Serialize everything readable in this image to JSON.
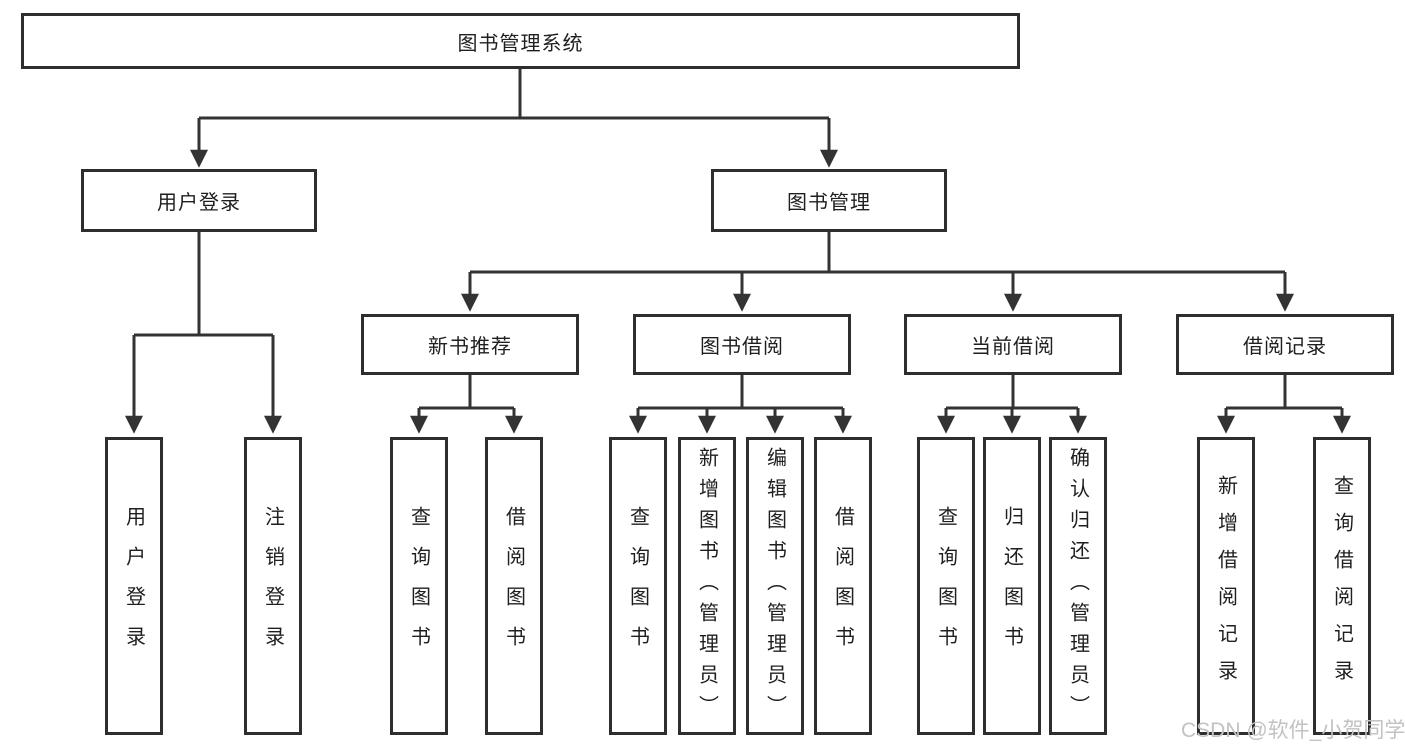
{
  "diagram_type": "hierarchy-tree",
  "tree": {
    "label": "图书管理系统",
    "children": [
      {
        "label": "用户登录",
        "children": [
          {
            "label": "用户登录"
          },
          {
            "label": "注销登录"
          }
        ]
      },
      {
        "label": "图书管理",
        "children": [
          {
            "label": "新书推荐",
            "children": [
              {
                "label": "查询图书"
              },
              {
                "label": "借阅图书"
              }
            ]
          },
          {
            "label": "图书借阅",
            "children": [
              {
                "label": "查询图书"
              },
              {
                "label": "新增图书（管理员）"
              },
              {
                "label": "编辑图书（管理员）"
              },
              {
                "label": "借阅图书"
              }
            ]
          },
          {
            "label": "当前借阅",
            "children": [
              {
                "label": "查询图书"
              },
              {
                "label": "归还图书"
              },
              {
                "label": "确认归还（管理员）"
              }
            ]
          },
          {
            "label": "借阅记录",
            "children": [
              {
                "label": "新增借阅记录"
              },
              {
                "label": "查询借阅记录"
              }
            ]
          }
        ]
      }
    ]
  },
  "watermark": {
    "text": "CSDN @软件_小贺同学"
  },
  "colors": {
    "bg": "#ffffff",
    "line": "#333333",
    "box-border": "#2e2e2e",
    "box-fill": "#ffffff",
    "text": "#1f1f1f",
    "watermark": "#c2c2c2"
  }
}
